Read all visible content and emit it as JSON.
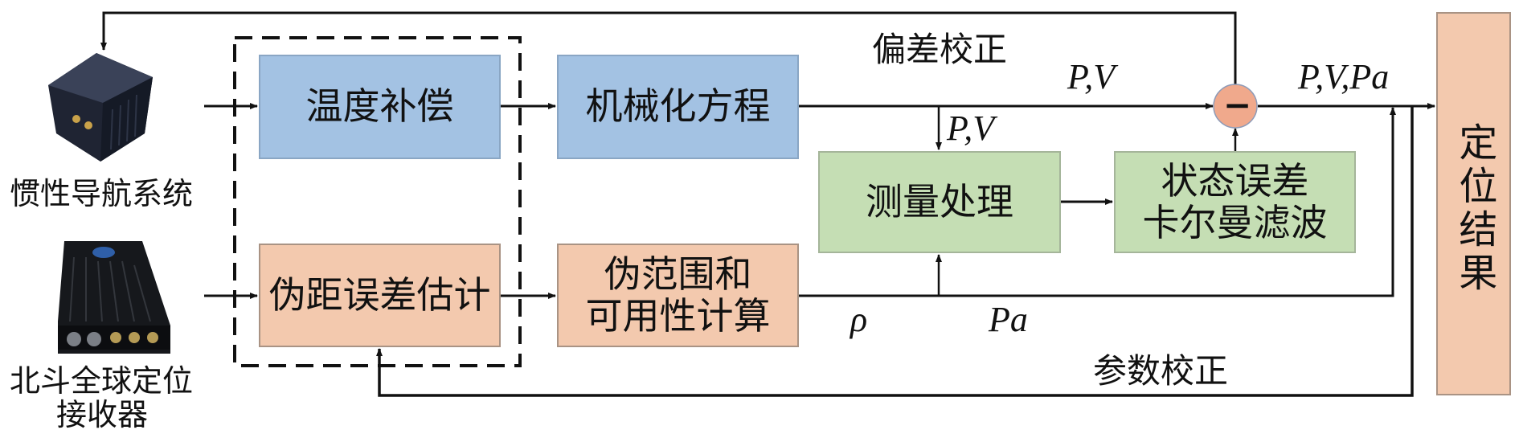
{
  "devices": {
    "ins": {
      "label": "惯性导航系统",
      "icon": "ins-device-icon"
    },
    "gnss": {
      "label_line1": "北斗全球定位",
      "label_line2": "接收器",
      "icon": "gnss-receiver-icon"
    }
  },
  "blocks": {
    "temp_comp": "温度补偿",
    "mechanization": "机械化方程",
    "pseudorange_error": "伪距误差估计",
    "pseudorange_line1": "伪范围和",
    "pseudorange_line2": "可用性计算",
    "measurement": "测量处理",
    "kalman_line1": "状态误差",
    "kalman_line2": "卡尔曼滤波",
    "result": "定位结果",
    "subtract_symbol": "−"
  },
  "labels": {
    "bias_correction": "偏差校正",
    "param_correction": "参数校正",
    "pv_top": "P,V",
    "pv_down": "P,V",
    "pvpa": "P,V,Pa",
    "rho": "ρ",
    "pa": "Pa"
  },
  "colors": {
    "blue_block": "#a3c2e3",
    "orange_block": "#f3c9ae",
    "green_block": "#c5deb4",
    "subtract_node": "#f0a98c",
    "wire": "#111111"
  }
}
